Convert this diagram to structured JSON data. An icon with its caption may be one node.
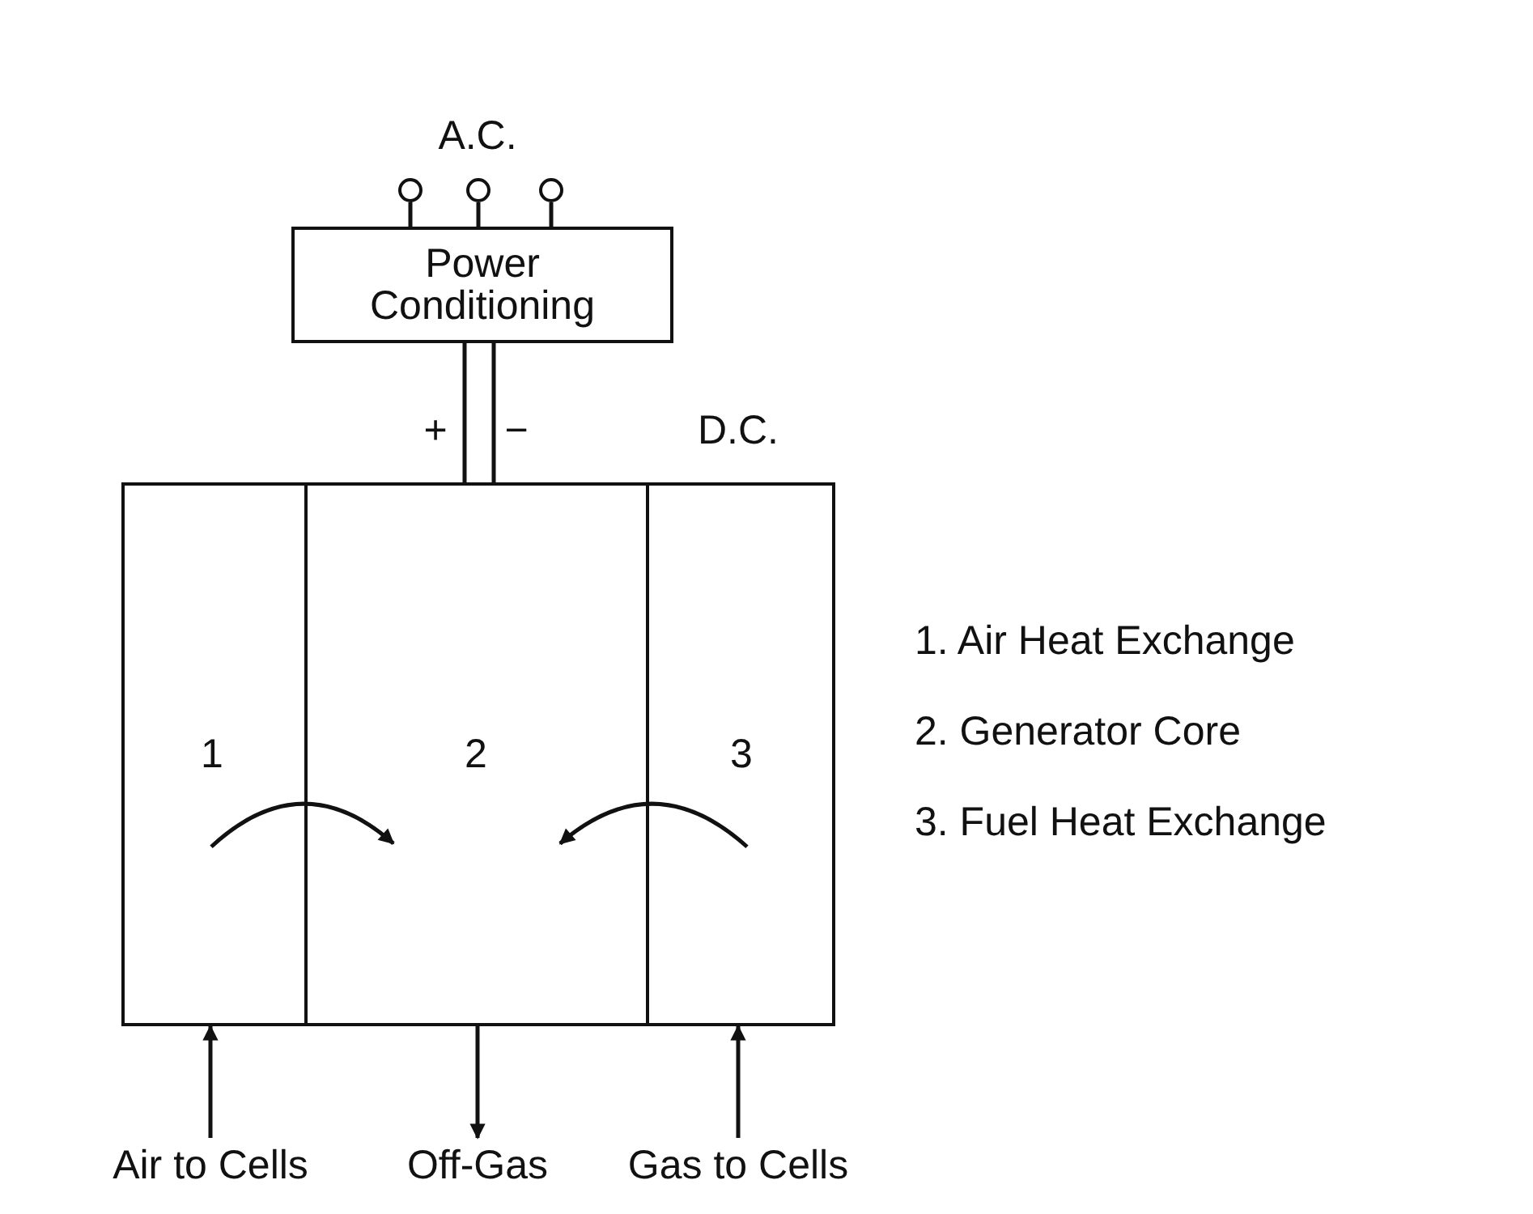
{
  "diagram": {
    "nodes": [
      {
        "text": [],
        "shape": "circle"
      },
      {
        "text": [],
        "shape": "circle"
      },
      {
        "text": [],
        "shape": "circle"
      },
      {
        "text": [
          "Power Conditioning"
        ]
      },
      {
        "text": [],
        "shape": "box"
      },
      {
        "text": [
          "1"
        ],
        "in": 4
      },
      {
        "text": [
          "2"
        ],
        "in": 4
      },
      {
        "text": [
          "3"
        ],
        "in": 4
      },
      {
        "text": [
          "Air to Cells"
        ]
      },
      {
        "text": [
          "Off-Gas"
        ]
      },
      {
        "text": [
          "Gas to Cells"
        ]
      }
    ],
    "edges": [
      {
        "from": 0,
        "to": 3,
        "arrow": "none"
      },
      {
        "from": 1,
        "to": 3,
        "arrow": "none"
      },
      {
        "from": 2,
        "to": 3,
        "arrow": "none"
      },
      {
        "from": 3,
        "to": 6,
        "arrow": "none"
      },
      {
        "from": 3,
        "to": 6,
        "arrow": "none"
      },
      {
        "from": 5,
        "to": 6,
        "arrow": "to"
      },
      {
        "from": 7,
        "to": 6,
        "arrow": "to"
      },
      {
        "from": 8,
        "to": 5,
        "arrow": "to"
      },
      {
        "from": 6,
        "to": 9,
        "arrow": "to"
      },
      {
        "from": 10,
        "to": 7,
        "arrow": "to"
      }
    ],
    "labels": [
      "A.C.",
      "+",
      "−",
      "D.C.",
      "1. Air Heat Exchange",
      "2. Generator Core",
      "3. Fuel Heat Exchange"
    ]
  }
}
